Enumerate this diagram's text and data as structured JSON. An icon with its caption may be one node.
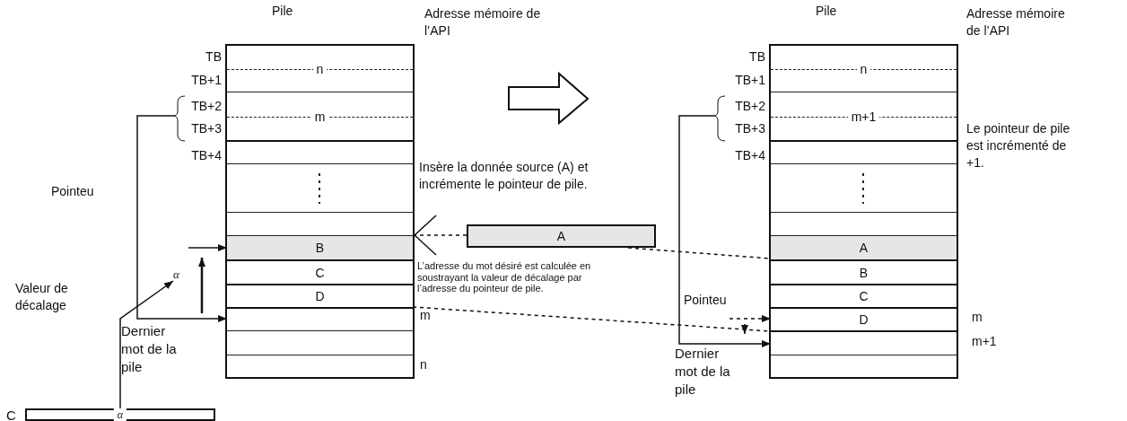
{
  "diagram": {
    "nodes": [
      {
        "text": [
          "Pile"
        ]
      },
      {
        "text": [
          "n"
        ],
        "in": 0
      },
      {
        "text": [
          "m"
        ],
        "in": 0
      },
      {
        "text": [],
        "shape": "box",
        "in": 0
      },
      {
        "text": [],
        "shape": "box",
        "in": 0
      },
      {
        "text": [],
        "shape": "box",
        "in": 0
      },
      {
        "text": [
          "B"
        ],
        "in": 0
      },
      {
        "text": [
          "C"
        ],
        "in": 0
      },
      {
        "text": [
          "D"
        ],
        "in": 0
      },
      {
        "text": [],
        "shape": "box",
        "in": 0
      },
      {
        "text": [],
        "shape": "box",
        "in": 0
      },
      {
        "text": [],
        "shape": "box",
        "in": 0
      },
      {
        "text": [
          "Pile"
        ]
      },
      {
        "text": [
          "n"
        ],
        "in": 12
      },
      {
        "text": [
          "m+1"
        ],
        "in": 12
      },
      {
        "text": [],
        "shape": "box",
        "in": 12
      },
      {
        "text": [],
        "shape": "box",
        "in": 12
      },
      {
        "text": [],
        "shape": "box",
        "in": 12
      },
      {
        "text": [
          "A"
        ],
        "in": 12
      },
      {
        "text": [
          "B"
        ],
        "in": 12
      },
      {
        "text": [
          "C"
        ],
        "in": 12
      },
      {
        "text": [
          "D"
        ],
        "in": 12
      },
      {
        "text": [],
        "shape": "box",
        "in": 12
      },
      {
        "text": [],
        "shape": "box",
        "in": 12
      },
      {
        "text": [
          "A"
        ]
      },
      {
        "text": [
          "α"
        ],
        "beside": [
          "C"
        ]
      },
      {
        "text": [
          "α"
        ]
      }
    ],
    "edges": [
      {
        "from": null,
        "to": 6,
        "arrow": "to"
      },
      {
        "from": null,
        "to": 9,
        "arrow": "to"
      },
      {
        "from": 25,
        "to": 26,
        "arrow": "to"
      },
      {
        "from": 24,
        "to": 0,
        "arrow": "to",
        "style": "dashed"
      },
      {
        "from": 24,
        "to": 18,
        "arrow": "none",
        "style": "dashed"
      },
      {
        "from": 9,
        "to": 22,
        "arrow": "none",
        "style": "dashed"
      },
      {
        "from": null,
        "to": 21,
        "arrow": "to",
        "style": "dashed"
      },
      {
        "from": null,
        "to": 22,
        "arrow": "to"
      }
    ],
    "labels": [
      "Adresse mémoire de l’API",
      "Adresse mémoire de l’API",
      "TB",
      "TB+1",
      "TB+2",
      "TB+3",
      "TB+4",
      "TB",
      "TB+1",
      "TB+2",
      "TB+3",
      "TB+4",
      "Le pointeur de pile est incrémenté de +1.",
      "Insère la donnée source (A) et incrémente le pointeur de pile.",
      "Pointeu",
      "Valeur de décalage",
      "L’adresse du mot désiré est calculée en soustrayant la valeur de décalage par l’adresse du pointeur de pile.",
      "Pointeu",
      "m",
      "m",
      "Dernier mot de la pile",
      "m+1",
      "Dernier mot de la pile",
      "n"
    ]
  }
}
